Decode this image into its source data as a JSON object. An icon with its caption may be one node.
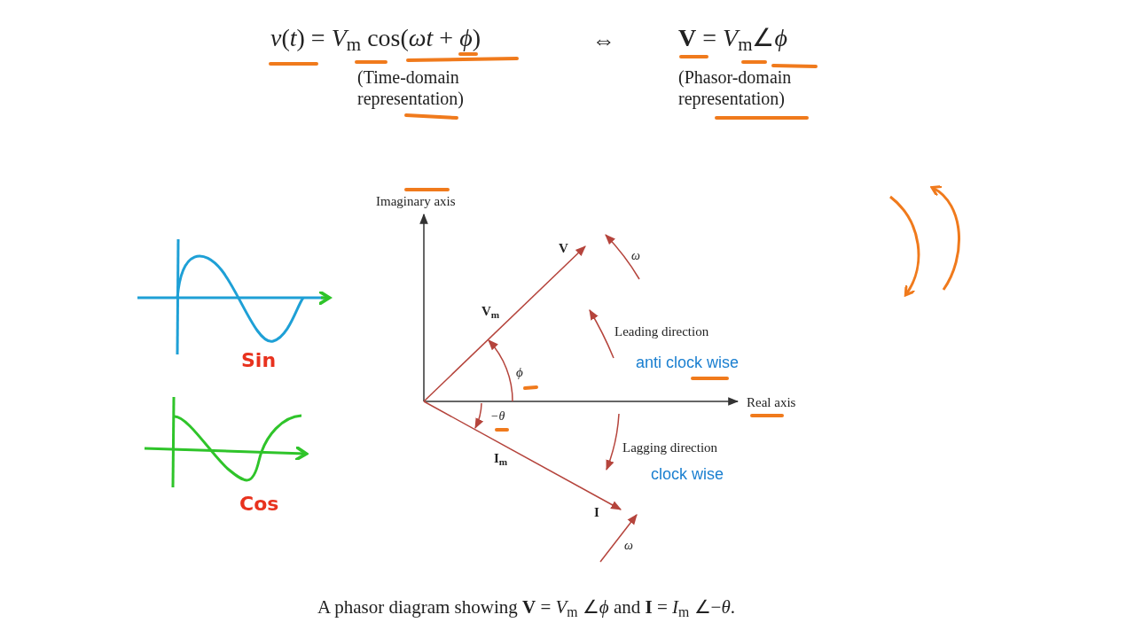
{
  "diagram": {
    "caption": "A phasor diagram showing **V** = *V*$_{m}$ ∠*ϕ* and **I** = *I*$_{m}$ ∠−*θ*.",
    "labels": [
      "*v*(*t*) = *V*$_{m}$ cos(*ωt* + *ϕ*)",
      "⇔",
      "**V** = *V*$_{m}$∠*ϕ*",
      "(Time-domain representation)",
      "(Phasor-domain representation)",
      "Imaginary axis",
      "V",
      "ω",
      "V$_{m}$",
      "Leading direction",
      "anti clock wise",
      "ϕ",
      "Real axis",
      "−θ",
      "Lagging direction",
      "I$_{m}$",
      "clock wise",
      "I",
      "ω",
      "Sin",
      "Cos"
    ]
  }
}
